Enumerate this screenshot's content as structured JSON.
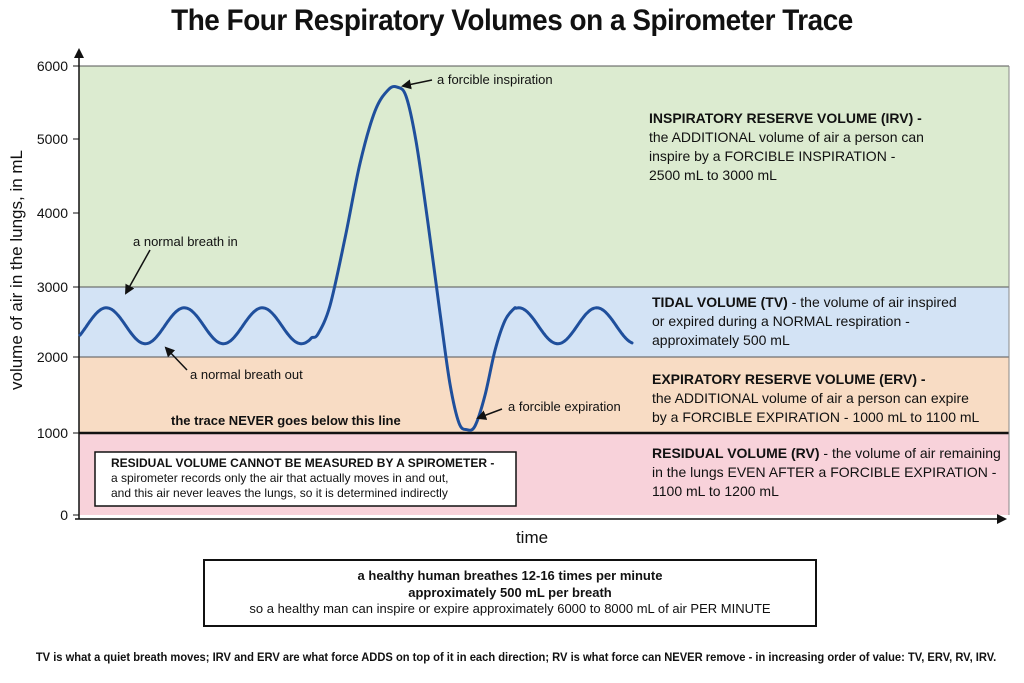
{
  "title": "The Four Respiratory Volumes on a Spirometer Trace",
  "axes": {
    "ylabel": "volume of air in the lungs, in mL",
    "xlabel": "time",
    "yticks": [
      "0",
      "1000",
      "2000",
      "3000",
      "4000",
      "5000",
      "6000"
    ]
  },
  "colors": {
    "irv": "#dcebd0",
    "tv": "#d3e3f5",
    "erv": "#f8dcc4",
    "rv": "#f8d2da",
    "trace": "#1f4f9c"
  },
  "annotations": {
    "forcible_inspiration": "a forcible inspiration",
    "normal_breath_in": "a normal breath in",
    "normal_breath_out": "a normal breath out",
    "forcible_expiration": "a forcible expiration",
    "never_below": "the trace NEVER goes below this line"
  },
  "regions": {
    "irv": {
      "heading": "INSPIRATORY RESERVE VOLUME (IRV) -",
      "line1": "the ADDITIONAL volume of air a person can",
      "line2": "inspire by a FORCIBLE INSPIRATION -",
      "line3": "2500 mL to 3000 mL"
    },
    "tv": {
      "heading": "TIDAL VOLUME (TV)",
      "line1_rest": " - the volume of air inspired",
      "line2": "or expired during a NORMAL respiration -",
      "line3": "approximately 500 mL"
    },
    "erv": {
      "heading": "EXPIRATORY RESERVE VOLUME (ERV) -",
      "line1": "the ADDITIONAL volume of air a person can expire",
      "line2": "by a FORCIBLE EXPIRATION - 1000 mL to 1100 mL"
    },
    "rv": {
      "heading": "RESIDUAL VOLUME (RV)",
      "line1_rest": " - the volume of air remaining",
      "line2": "in the lungs EVEN AFTER a FORCIBLE EXPIRATION -",
      "line3": "1100 mL to 1200 mL"
    }
  },
  "rv_note": {
    "heading": "RESIDUAL VOLUME CANNOT BE MEASURED BY A SPIROMETER -",
    "line1": "a spirometer records only the air that actually moves in and out,",
    "line2": "and this air never leaves the lungs, so it is determined indirectly"
  },
  "info_box": {
    "line1": "a healthy human breathes 12-16 times per minute",
    "line2": "approximately 500 mL per breath",
    "line3": "so a healthy man can inspire or expire approximately 6000 to 8000 mL of air PER MINUTE"
  },
  "footer_note": "TV is what a quiet breath moves; IRV and ERV are what force ADDS on top of it in each direction; RV is what force can NEVER remove - in increasing order of value: TV, ERV, RV, IRV."
}
